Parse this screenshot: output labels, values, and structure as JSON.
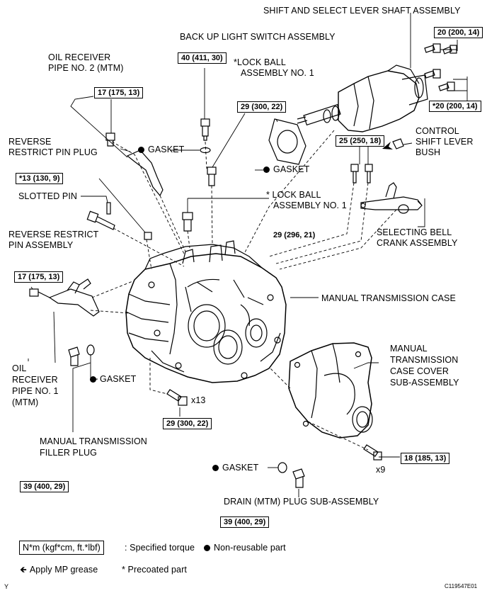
{
  "labels": {
    "shift_select": "SHIFT AND SELECT LEVER SHAFT ASSEMBLY",
    "backup_switch": "BACK UP LIGHT SWITCH ASSEMBLY",
    "oil_receiver_2_l1": "OIL RECEIVER",
    "oil_receiver_2_l2": "PIPE NO. 2 (MTM)",
    "lock_ball_1_l1": "*LOCK BALL",
    "lock_ball_1_l2": "ASSEMBLY NO. 1",
    "reverse_plug_l1": "REVERSE",
    "reverse_plug_l2": "RESTRICT PIN PLUG",
    "gasket_a": "GASKET",
    "gasket_b": "GASKET",
    "control_l1": "CONTROL",
    "control_l2": "SHIFT LEVER",
    "control_l3": "BUSH",
    "slotted_pin": "SLOTTED PIN",
    "lock_ball_2_l1": "* LOCK BALL",
    "lock_ball_2_l2": "ASSEMBLY NO. 1",
    "reverse_pin_l1": "REVERSE RESTRICT",
    "reverse_pin_l2": "PIN ASSEMBLY",
    "selecting_l1": "SELECTING BELL",
    "selecting_l2": "CRANK ASSEMBLY",
    "case": "MANUAL TRANSMISSION CASE",
    "oil_receiver_1_l1": "OIL",
    "oil_receiver_1_l2": "RECEIVER",
    "oil_receiver_1_l3": "PIPE NO. 1",
    "oil_receiver_1_l4": "(MTM)",
    "gasket_c": "GASKET",
    "cover_l1": "MANUAL",
    "cover_l2": "TRANSMISSION",
    "cover_l3": "CASE COVER",
    "cover_l4": "SUB-ASSEMBLY",
    "x13": "x13",
    "filler_l1": "MANUAL TRANSMISSION",
    "filler_l2": "FILLER PLUG",
    "gasket_d": "GASKET",
    "x9": "x9",
    "drain": "DRAIN (MTM) PLUG SUB-ASSEMBLY"
  },
  "torques": {
    "t_20_top": "20 (200, 14)",
    "t_40": "40 (411, 30)",
    "t_17_top": "17 (175, 13)",
    "t_29_gasket": "29 (300, 22)",
    "t_20_star": "*20 (200, 14)",
    "t_25": "25 (250, 18)",
    "t_13_star": "*13 (130, 9)",
    "t_29_296": "29 (296, 21)",
    "t_17_left": "17 (175, 13)",
    "t_29_bolt": "29 (300, 22)",
    "t_18": "18 (185, 13)",
    "t_39_left": "39 (400, 29)",
    "t_39_drain": "39 (400, 29)"
  },
  "legend": {
    "torque_box": "N*m (kgf*cm, ft.*lbf)",
    "torque_text": ": Specified torque",
    "nonreusable": "Non-reusable part",
    "grease": "Apply MP grease",
    "precoated": "* Precoated part"
  },
  "footer": {
    "left": "Y",
    "code": "C119547E01"
  }
}
